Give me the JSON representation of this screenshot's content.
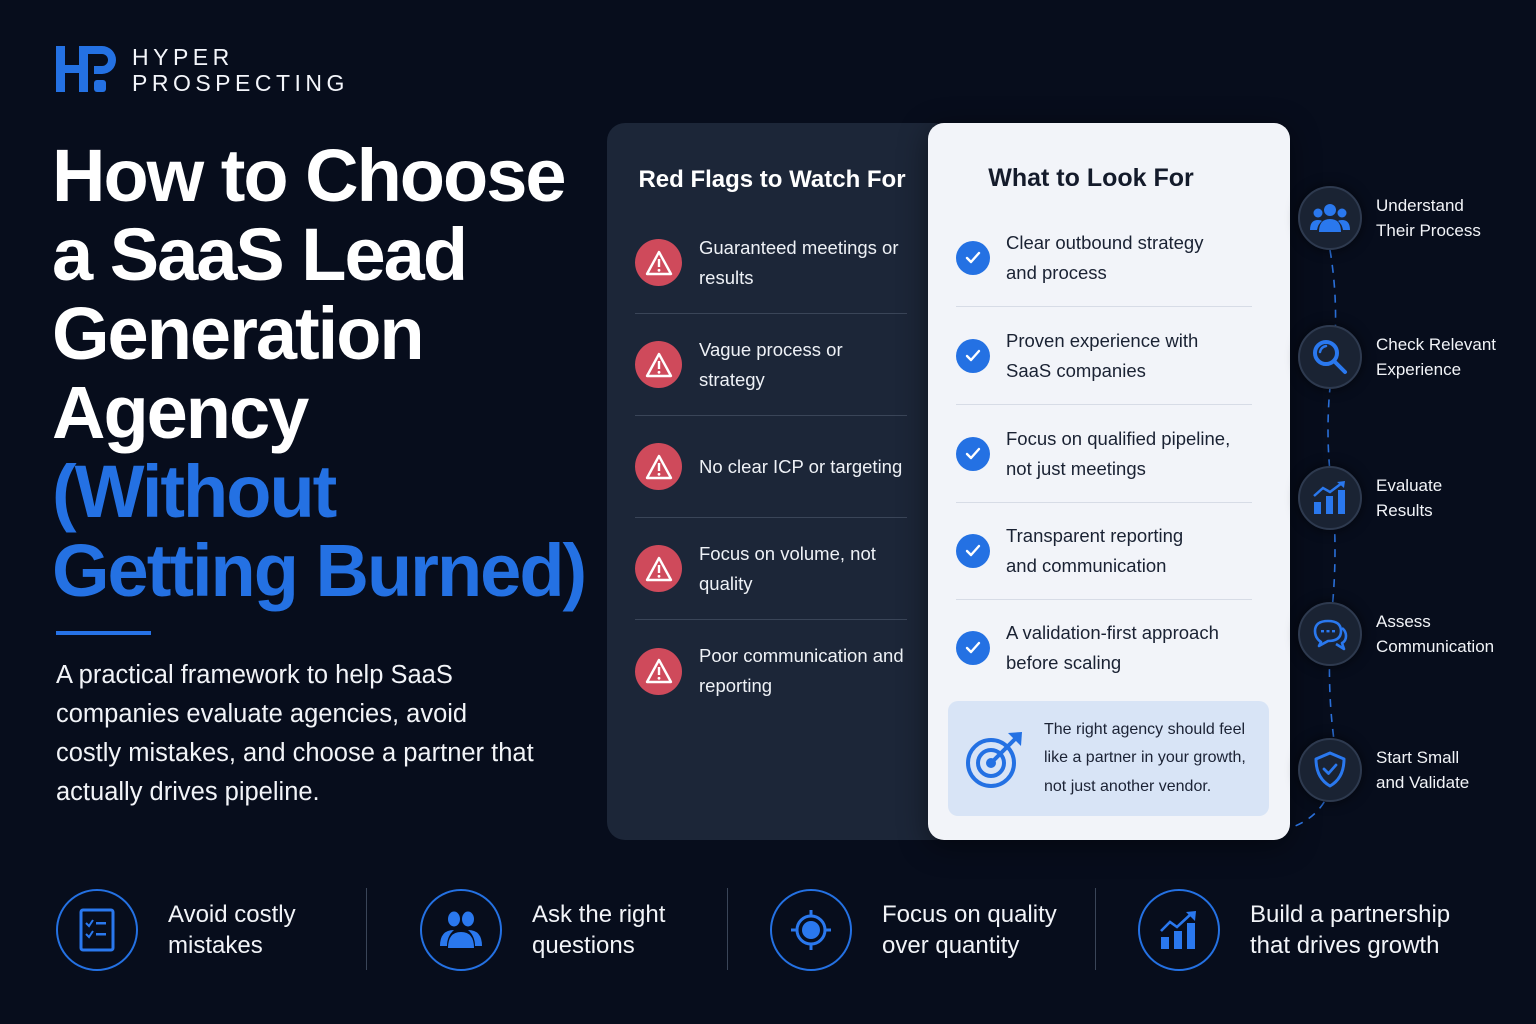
{
  "brand": {
    "line1": "HYPER",
    "line2": "PROSPECTING",
    "logo_letters": "HP",
    "accent_color": "#2471e3"
  },
  "headline": {
    "lines": [
      "How to Choose",
      "a SaaS Lead",
      "Generation",
      "Agency"
    ],
    "accent_lines": [
      "(Without",
      "Getting Burned)"
    ]
  },
  "subtitle": "A practical framework to help SaaS companies evaluate agencies, avoid costly mistakes, and choose a partner that actually drives pipeline.",
  "red_flags": {
    "title": "Red Flags to Watch For",
    "icon": "warning-triangle-icon",
    "icon_color": "#cf4a5b",
    "items": [
      {
        "text": "Guaranteed meetings or results"
      },
      {
        "text": "Vague process or strategy"
      },
      {
        "text": "No clear ICP or targeting"
      },
      {
        "text": "Focus on volume, not quality"
      },
      {
        "text": "Poor communication and reporting"
      }
    ]
  },
  "look_for": {
    "title": "What to Look For",
    "icon": "checkmark-icon",
    "items": [
      {
        "text": "Clear outbound strategy and process"
      },
      {
        "text": "Proven experience with SaaS companies"
      },
      {
        "text": "Focus on qualified pipeline, not just meetings"
      },
      {
        "text": "Transparent reporting and communication"
      },
      {
        "text": "A validation-first approach before scaling"
      }
    ],
    "callout": {
      "icon": "target-arrow-icon",
      "text": "The right agency should feel like a partner in your growth, not just another vendor."
    }
  },
  "steps": [
    {
      "icon": "people-group-icon",
      "label": "Understand Their Process"
    },
    {
      "icon": "magnifier-icon",
      "label": "Check Relevant Experience"
    },
    {
      "icon": "bar-chart-growth-icon",
      "label": "Evaluate Results"
    },
    {
      "icon": "chat-bubbles-icon",
      "label": "Assess Communication"
    },
    {
      "icon": "shield-check-icon",
      "label": "Start Small and Validate"
    }
  ],
  "features": [
    {
      "icon": "checklist-icon",
      "label": "Avoid costly mistakes"
    },
    {
      "icon": "people-icon",
      "label": "Ask the right questions"
    },
    {
      "icon": "crosshair-target-icon",
      "label": "Focus on quality over quantity"
    },
    {
      "icon": "growth-chart-icon",
      "label": "Build a partnership that drives growth"
    }
  ]
}
